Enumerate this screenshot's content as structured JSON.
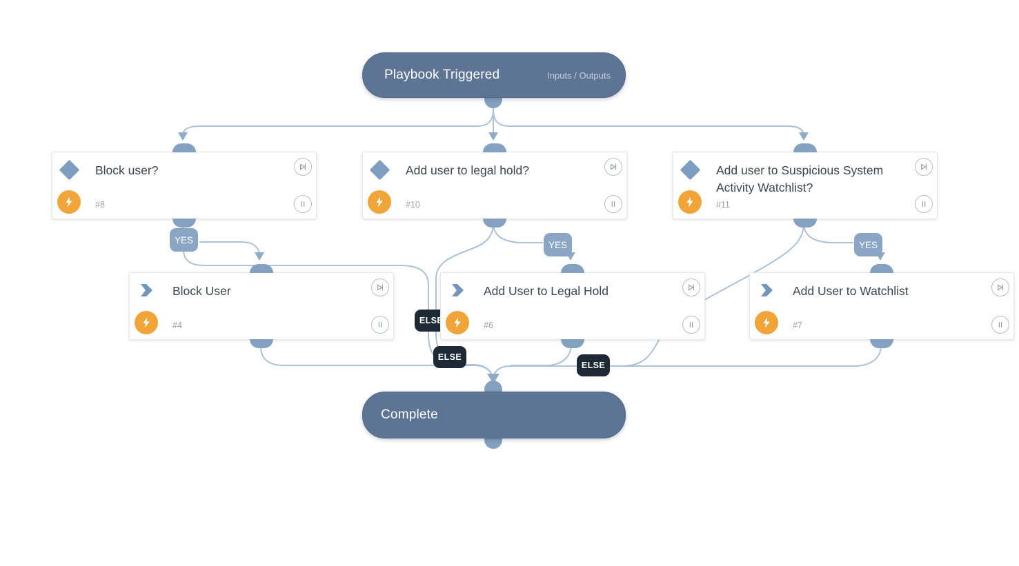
{
  "start": {
    "title": "Playbook Triggered",
    "subtitle": "Inputs / Outputs"
  },
  "end": {
    "title": "Complete"
  },
  "decisions": {
    "block_user": {
      "title": "Block user?",
      "num": "#8"
    },
    "legal_hold": {
      "title": "Add user to legal hold?",
      "num": "#10"
    },
    "watchlist": {
      "title": "Add user to Suspicious System Activity Watchlist?",
      "num": "#11"
    }
  },
  "actions": {
    "block_user": {
      "title": "Block User",
      "num": "#4"
    },
    "legal_hold": {
      "title": "Add User to Legal Hold",
      "num": "#6"
    },
    "watchlist": {
      "title": "Add User to Watchlist",
      "num": "#7"
    }
  },
  "edge_labels": {
    "yes": "YES",
    "else": "ELSE"
  },
  "icons": [
    "decision-diamond-icon",
    "action-chevron-icon",
    "bolt-icon",
    "skip-to-end-icon",
    "pause-icon"
  ],
  "colors": {
    "pill": "#5d7494",
    "connector_line": "#abc2d8",
    "connector_node": "#84a1c1",
    "yes_label": "#8aa6c4",
    "else_label": "#1e2936",
    "bolt": "#f1a437",
    "diamond": "#7e9ec0",
    "card_title": "#3d454e",
    "num_text": "#9aa1a8"
  }
}
